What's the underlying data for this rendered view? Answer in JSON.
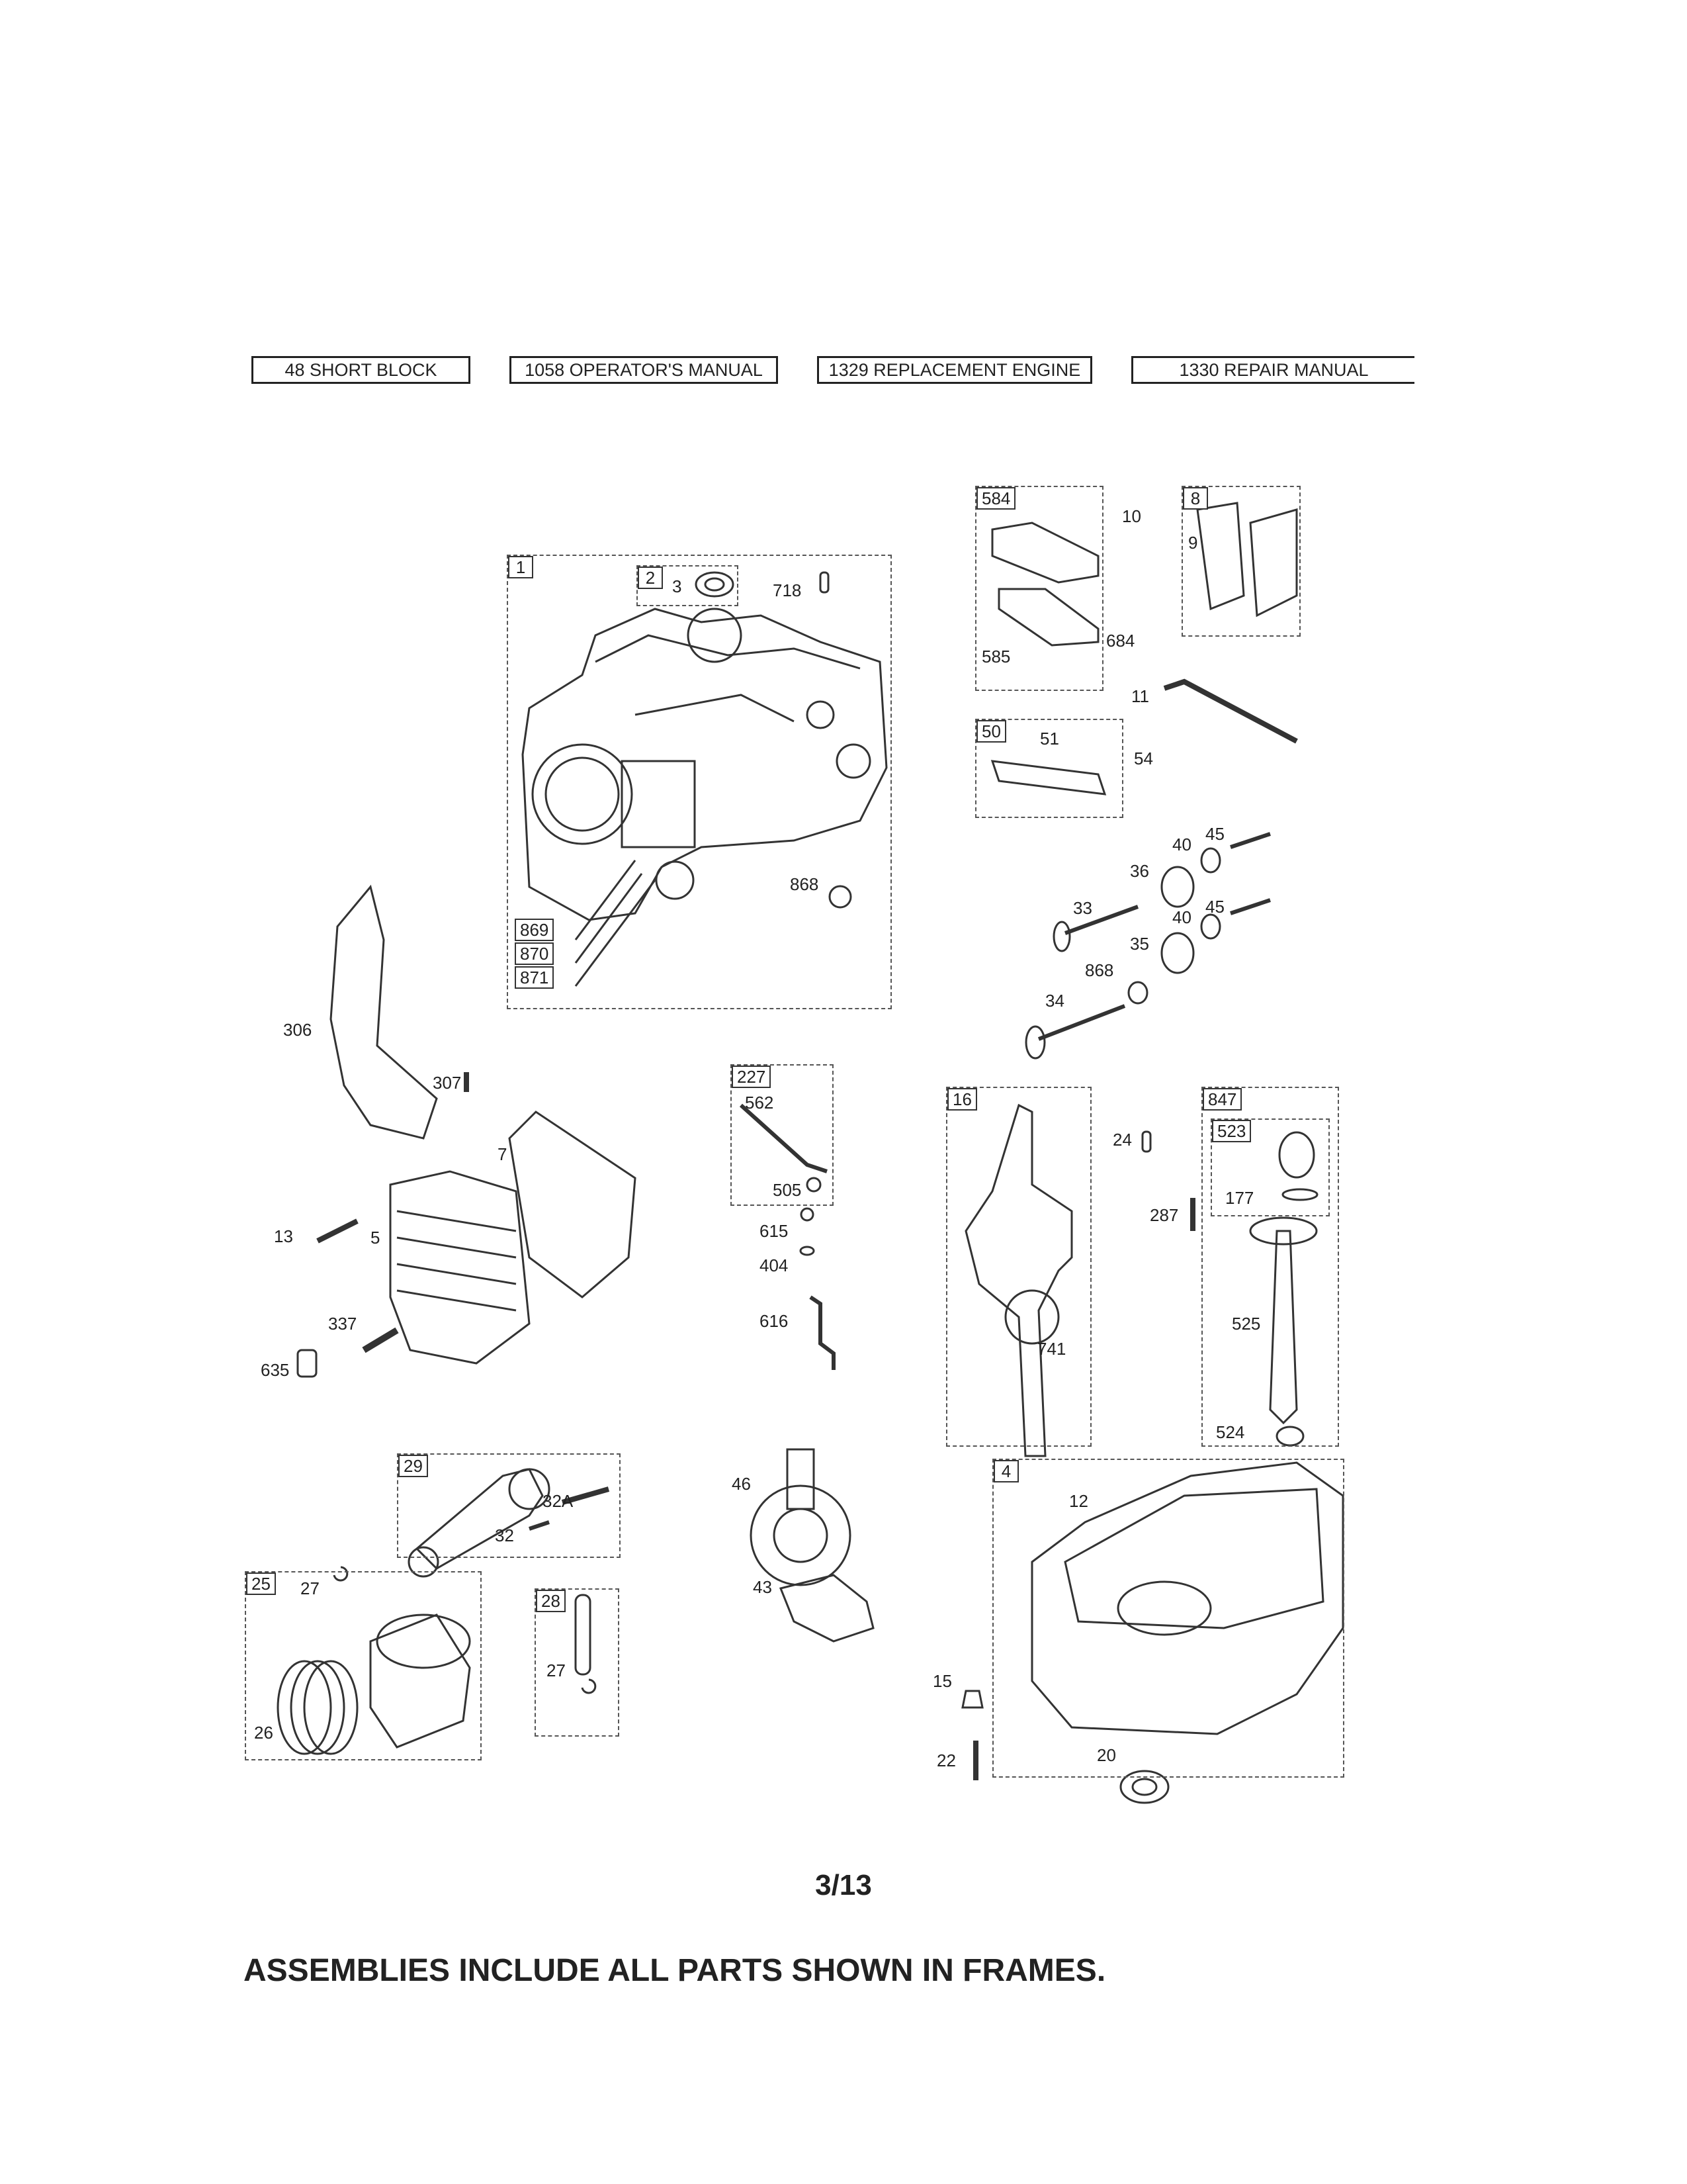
{
  "header_buttons": [
    {
      "label": "48 SHORT BLOCK"
    },
    {
      "label": "1058 OPERATOR'S MANUAL"
    },
    {
      "label": "1329 REPLACEMENT ENGINE"
    },
    {
      "label": "1330 REPAIR MANUAL"
    }
  ],
  "frames": {
    "f1": "1",
    "f2": "2",
    "f584": "584",
    "f8": "8",
    "f50": "50",
    "f227": "227",
    "f16": "16",
    "f847": "847",
    "f523": "523",
    "f29": "29",
    "f25": "25",
    "f28": "28",
    "f4": "4",
    "f869": "869",
    "f870": "870",
    "f871": "871"
  },
  "labels": {
    "l3": "3",
    "l718": "718",
    "l868a": "868",
    "l10": "10",
    "l9": "9",
    "l684": "684",
    "l585": "585",
    "l11": "11",
    "l51": "51",
    "l54": "54",
    "l40a": "40",
    "l45a": "45",
    "l36": "36",
    "l33": "33",
    "l40b": "40",
    "l45b": "45",
    "l35": "35",
    "l868b": "868",
    "l34": "34",
    "l306": "306",
    "l307": "307",
    "l7": "7",
    "l13": "13",
    "l5": "5",
    "l337": "337",
    "l635": "635",
    "l562": "562",
    "l505": "505",
    "l615": "615",
    "l404": "404",
    "l616": "616",
    "l24": "24",
    "l741": "741",
    "l287": "287",
    "l177": "177",
    "l525": "525",
    "l524": "524",
    "l32A": "32A",
    "l32": "32",
    "l46": "46",
    "l43": "43",
    "l27a": "27",
    "l26": "26",
    "l27b": "27",
    "l12": "12",
    "l15": "15",
    "l22": "22",
    "l20": "20"
  },
  "page_number": "3/13",
  "footer_note": "ASSEMBLIES INCLUDE ALL PARTS SHOWN IN FRAMES."
}
